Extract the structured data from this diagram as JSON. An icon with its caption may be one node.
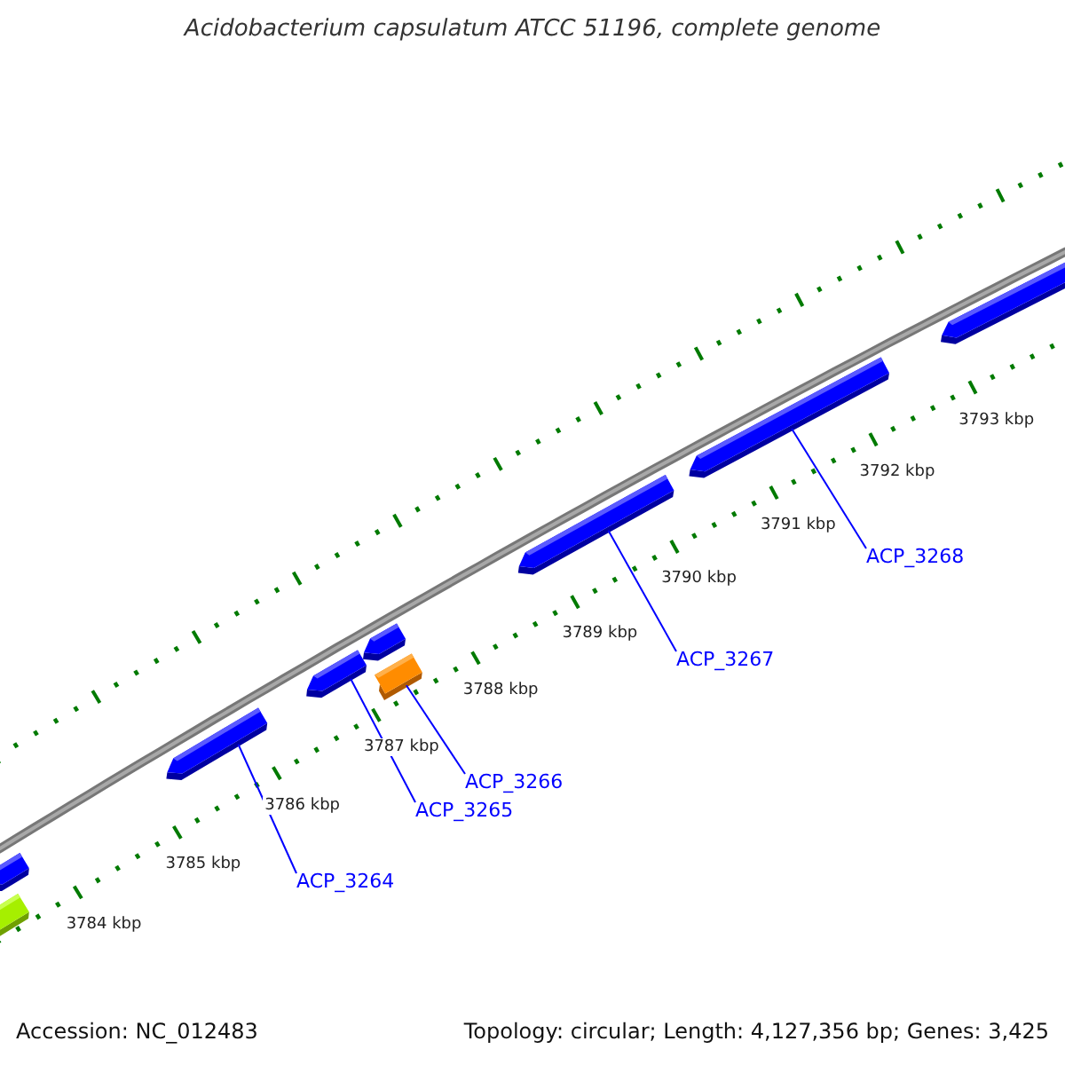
{
  "diagram": {
    "title": "Acidobacterium capsulatum ATCC 51196, complete genome",
    "nodes": [
      {
        "text": [],
        "shape": "bar"
      },
      {
        "text": [],
        "shape": "bar"
      },
      {
        "text": [],
        "shape": "bar"
      },
      {
        "text": [],
        "shape": "bar"
      },
      {
        "text": [],
        "shape": "bar"
      },
      {
        "text": [],
        "shape": "bar"
      },
      {
        "text": [],
        "shape": "bar"
      },
      {
        "text": [],
        "shape": "bar"
      },
      {
        "text": [],
        "shape": "bar"
      },
      {
        "text": [
          "ACP_3264"
        ]
      },
      {
        "text": [
          "ACP_3265"
        ]
      },
      {
        "text": [
          "ACP_3266"
        ]
      },
      {
        "text": [
          "ACP_3267"
        ]
      },
      {
        "text": [
          "ACP_3268"
        ]
      }
    ],
    "edges": [
      {
        "from": 9,
        "to": 2,
        "arrow": "none"
      },
      {
        "from": 10,
        "to": 3,
        "arrow": "none"
      },
      {
        "from": 11,
        "to": 5,
        "arrow": "none"
      },
      {
        "from": 12,
        "to": 6,
        "arrow": "none"
      },
      {
        "from": 13,
        "to": 7,
        "arrow": "none"
      }
    ],
    "labels": [
      "3784 kbp",
      "3785 kbp",
      "3786 kbp",
      "3787 kbp",
      "3788 kbp",
      "3789 kbp",
      "3790 kbp",
      "3791 kbp",
      "3792 kbp",
      "3793 kbp",
      "Accession: NC_012483",
      "Topology: circular; Length: 4,127,356 bp; Genes: 3,425"
    ]
  }
}
